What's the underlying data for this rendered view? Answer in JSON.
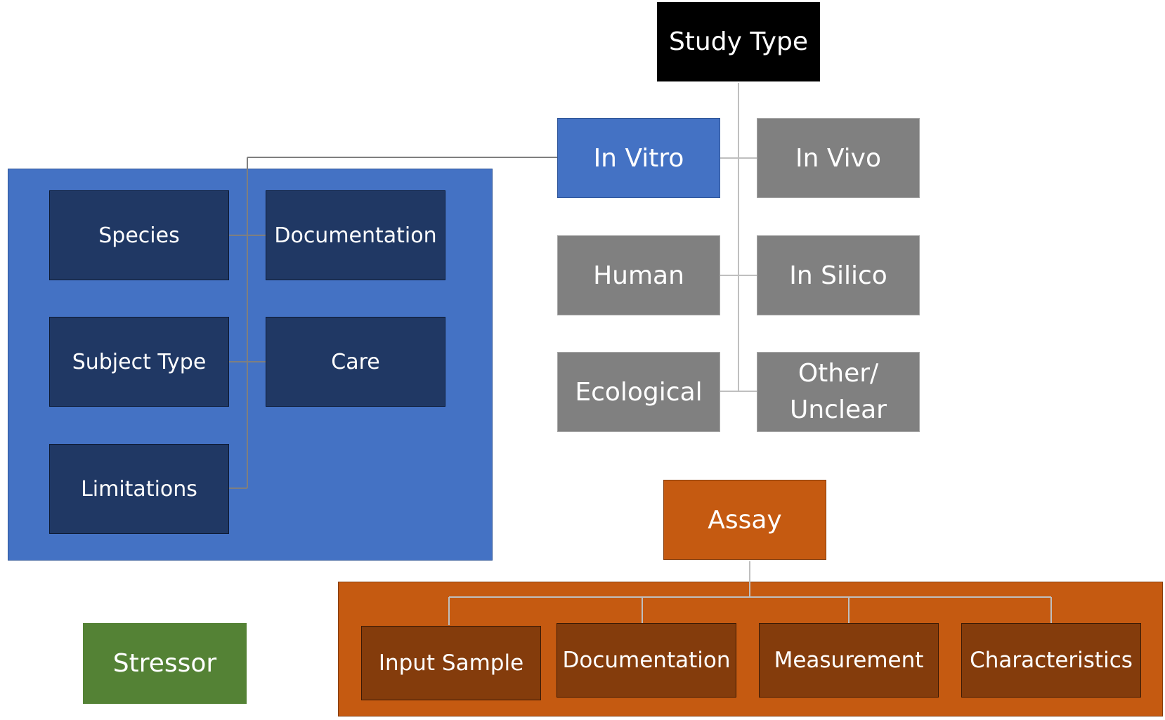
{
  "colors": {
    "study_type": "#000000",
    "in_vitro": "#4472c4",
    "grey_type": "#808080",
    "blue_panel": "#4472c4",
    "blue_node": "#203864",
    "assay": "#c55a11",
    "assay_panel": "#c55a11",
    "assay_node": "#843c0c",
    "stressor": "#548235",
    "connector": "#bfbfbf",
    "panel_connector": "#7f7f7f"
  },
  "nodes": {
    "study_type": "Study Type",
    "in_vitro": "In Vitro",
    "in_vivo": "In Vivo",
    "human": "Human",
    "in_silico": "In Silico",
    "ecological": "Ecological",
    "other_unclear": "Other/\nUnclear",
    "species": "Species",
    "documentation_left": "Documentation",
    "subject_type": "Subject Type",
    "care": "Care",
    "limitations": "Limitations",
    "assay": "Assay",
    "input_sample": "Input Sample",
    "documentation_bottom": "Documentation",
    "measurement": "Measurement",
    "characteristics": "Characteristics",
    "stressor": "Stressor"
  }
}
